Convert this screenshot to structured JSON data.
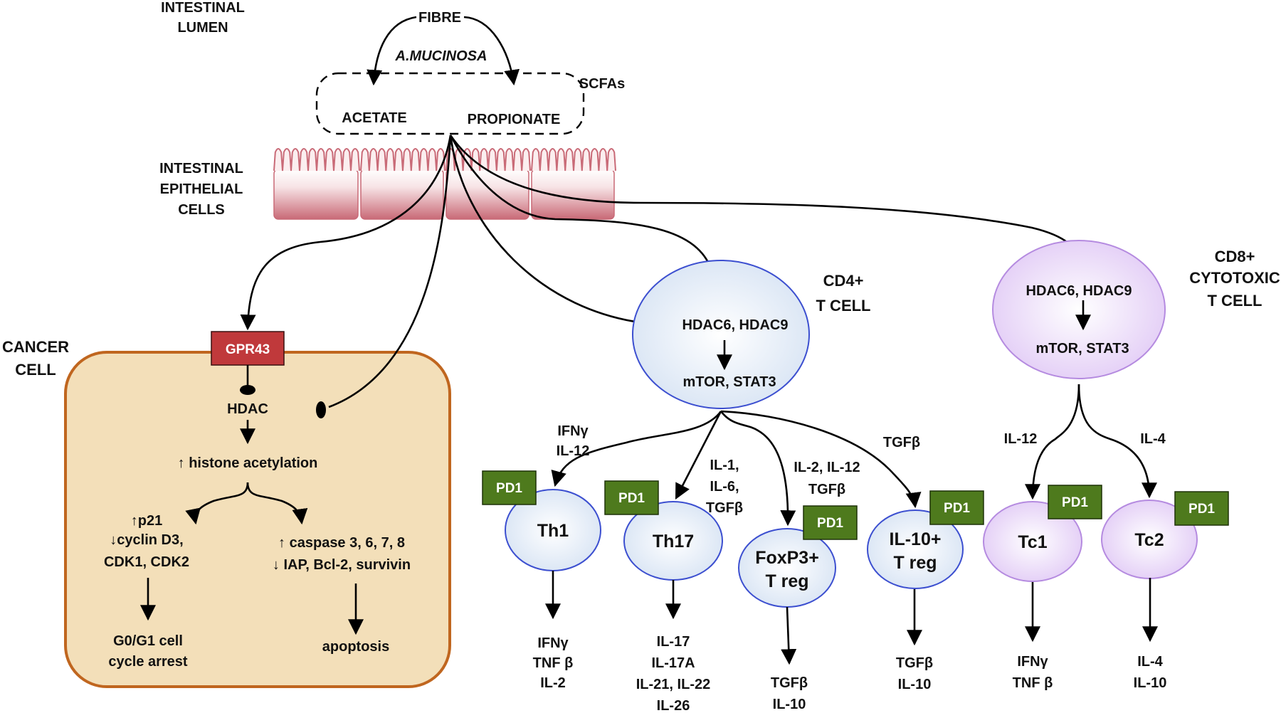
{
  "figure": {
    "regions": {
      "lumen": [
        "INTESTINAL",
        "LUMEN"
      ],
      "epithelium": [
        "INTESTINAL",
        "EPITHELIAL",
        "CELLS"
      ],
      "cancer": [
        "CANCER",
        "CELL"
      ],
      "cd4": [
        "CD4+",
        "T CELL"
      ],
      "cd8": [
        "CD8+",
        "CYTOTOXIC",
        "T CELL"
      ]
    },
    "lumen": {
      "fibre": "FIBRE",
      "bacterium": "A.MUCINOSA",
      "scfa_label": "SCFAs",
      "acetate": "ACETATE",
      "propionate": "PROPIONATE"
    },
    "cancer_cell": {
      "receptor": "GPR43",
      "hdac": "HDAC",
      "histone": "↑ histone acetylation",
      "left_branch": [
        "↑p21",
        "↓cyclin D3,",
        "CDK1, CDK2"
      ],
      "right_branch": [
        "↑ caspase 3, 6, 7, 8",
        "↓ IAP, Bcl-2, survivin"
      ],
      "left_outcome": [
        "G0/G1 cell",
        "cycle arrest"
      ],
      "right_outcome": "apoptosis"
    },
    "cd4_cell": {
      "hdac": "HDAC6, HDAC9",
      "mtor": "mTOR, STAT3",
      "subsets": [
        {
          "name": [
            "Th1"
          ],
          "inducers": [
            "IFNγ",
            "IL-12"
          ],
          "outputs": [
            "IFNγ",
            "TNF β",
            "IL-2"
          ],
          "marker": "PD1"
        },
        {
          "name": [
            "Th17"
          ],
          "inducers": [
            "IL-1,",
            "IL-6,",
            "TGFβ"
          ],
          "outputs": [
            "IL-17",
            "IL-17A",
            "IL-21, IL-22",
            "IL-26"
          ],
          "marker": "PD1"
        },
        {
          "name": [
            "FoxP3+",
            "T reg"
          ],
          "inducers": [
            "IL-2, IL-12",
            "TGFβ"
          ],
          "outputs": [
            "TGFβ",
            "IL-10"
          ],
          "marker": "PD1"
        },
        {
          "name": [
            "IL-10+",
            "T reg"
          ],
          "inducers": [
            "TGFβ"
          ],
          "outputs": [
            "TGFβ",
            "IL-10"
          ],
          "marker": "PD1"
        }
      ]
    },
    "cd8_cell": {
      "hdac": "HDAC6, HDAC9",
      "mtor": "mTOR, STAT3",
      "subsets": [
        {
          "name": [
            "Tc1"
          ],
          "inducers": [
            "IL-12"
          ],
          "outputs": [
            "IFNγ",
            "TNF β"
          ],
          "marker": "PD1"
        },
        {
          "name": [
            "Tc2"
          ],
          "inducers": [
            "IL-4"
          ],
          "outputs": [
            "IL-4",
            "IL-10"
          ],
          "marker": "PD1"
        }
      ]
    },
    "colors": {
      "cancer_fill": "#f3dfb9",
      "cancer_border": "#c0661f",
      "gpr43": "#c0393b",
      "pd1": "#4e7a1d",
      "cd4_border": "#3c4fd0",
      "cd4_fill": "#dfe8f5",
      "cd8_border": "#b58be0",
      "cd8_fill": "#ead9f7",
      "epithelium": "#c96a77"
    }
  }
}
